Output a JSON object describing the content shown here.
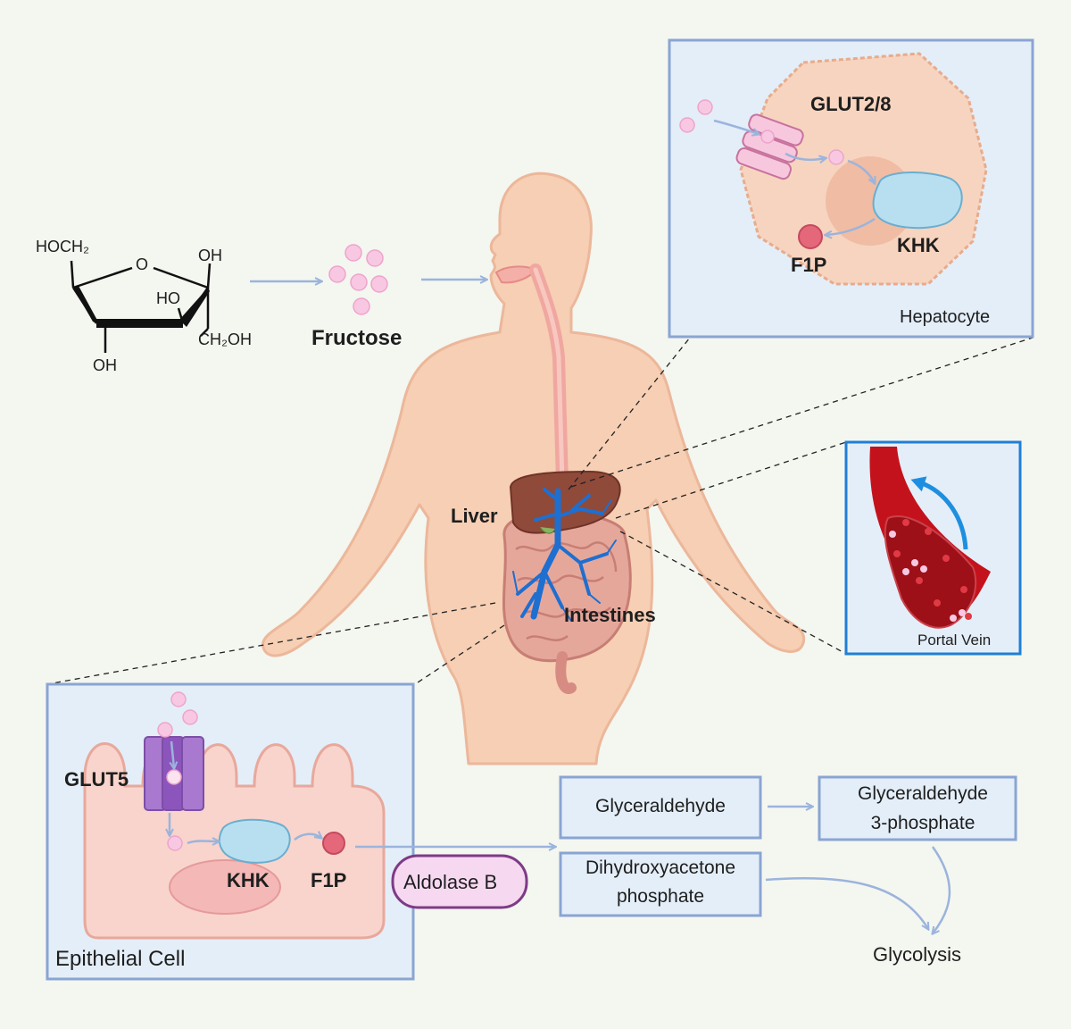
{
  "molecule": {
    "hoch2": "HOCH₂",
    "o": "O",
    "oh_right": "OH",
    "ho": "HO",
    "ch2oh": "CH₂OH",
    "oh_bottom": "OH"
  },
  "fructose_label": "Fructose",
  "body": {
    "liver_label": "Liver",
    "intestines_label": "Intestines"
  },
  "hepatocyte": {
    "transporter_label": "GLUT2/8",
    "enzyme_label": "KHK",
    "product_label": "F1P",
    "cell_label": "Hepatocyte"
  },
  "portal_vein": {
    "label": "Portal Vein"
  },
  "epithelial": {
    "transporter_label": "GLUT5",
    "enzyme_label": "KHK",
    "product_label": "F1P",
    "cell_label": "Epithelial Cell"
  },
  "pathway": {
    "enzyme": "Aldolase B",
    "glyceraldehyde": "Glyceraldehyde",
    "g3p_line1": "Glyceraldehyde",
    "g3p_line2": "3-phosphate",
    "dhap_line1": "Dihydroxyacetone",
    "dhap_line2": "phosphate",
    "glycolysis": "Glycolysis"
  },
  "colors": {
    "background": "#f4f6f0",
    "panel_fill": "#e4eef8",
    "panel_border": "#8aa5d3",
    "portal_border": "#1f7fd6",
    "skin": "#f6cfb4",
    "cell": "#f7d4bf",
    "fructose": "#f8c8e3",
    "khk": "#b8dff0",
    "f1p": "#e5677a",
    "glut5": "#a978cf",
    "glut2": "#f7c7de",
    "vessel": "#1e6fd0",
    "liver": "#8f4a3a",
    "blood": "#9d1018",
    "aldolase_fill": "#f7d8f1",
    "aldolase_border": "#7e3b86",
    "arrow": "#9bb4dc"
  }
}
